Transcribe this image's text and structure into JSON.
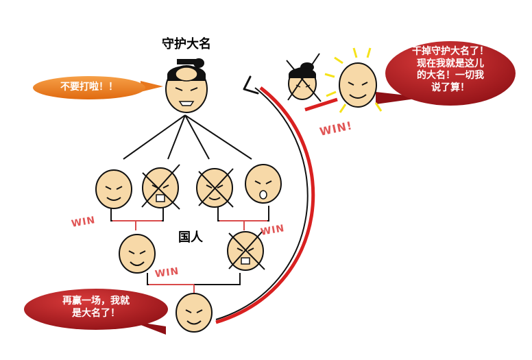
{
  "title_daimyo": "守护大名",
  "label_kokujin": "国人",
  "bubble_left_top": "不要打啦！！",
  "bubble_right_top": [
    "干掉守护大名了！",
    "现在我就是这儿",
    "的大名！一切我",
    "说了算！"
  ],
  "bubble_bottom": [
    "再赢一场，我就",
    "是大名了！"
  ],
  "win_labels": [
    "WIN",
    "WIN",
    "WIN",
    "WIN!"
  ],
  "colors": {
    "orange_bubble": "#e8781e",
    "red_bubble": "#b3191d",
    "bracket_red": "#d94a4a",
    "arrow_line": "#d92020",
    "face_fill": "#f7d9a8",
    "glow": "#f5e21a"
  },
  "icons": [
    "samurai-face-icon",
    "monk-face-icon",
    "defeated-face-icon",
    "arrow-icon"
  ]
}
